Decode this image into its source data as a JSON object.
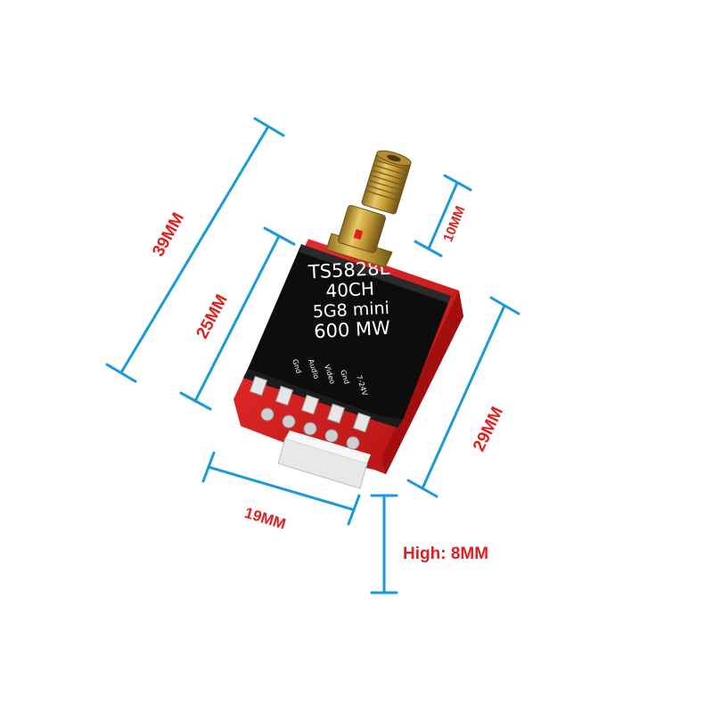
{
  "photo": {
    "subject": "product photo",
    "colors": {
      "dimension_line": "#1a9ad6",
      "dimension_text": "#e02020",
      "pcb_red": "#d81b1b",
      "shield_black": "#0d0d0d",
      "gold": "#c9a03a"
    }
  },
  "module_label": {
    "line1": "TS5828L",
    "line2": "40CH",
    "line3": "5G8 mini",
    "line4": "600 MW",
    "pin1": "Gnd",
    "pin2": "Audio",
    "pin3": "Video",
    "pin4": "Gnd",
    "pin5": "7-24V"
  },
  "dimensions": {
    "total_length": "39MM",
    "body_length": "25MM",
    "antenna_length": "10MM",
    "board_length": "29MM",
    "width": "19MM",
    "height": "High: 8MM"
  }
}
